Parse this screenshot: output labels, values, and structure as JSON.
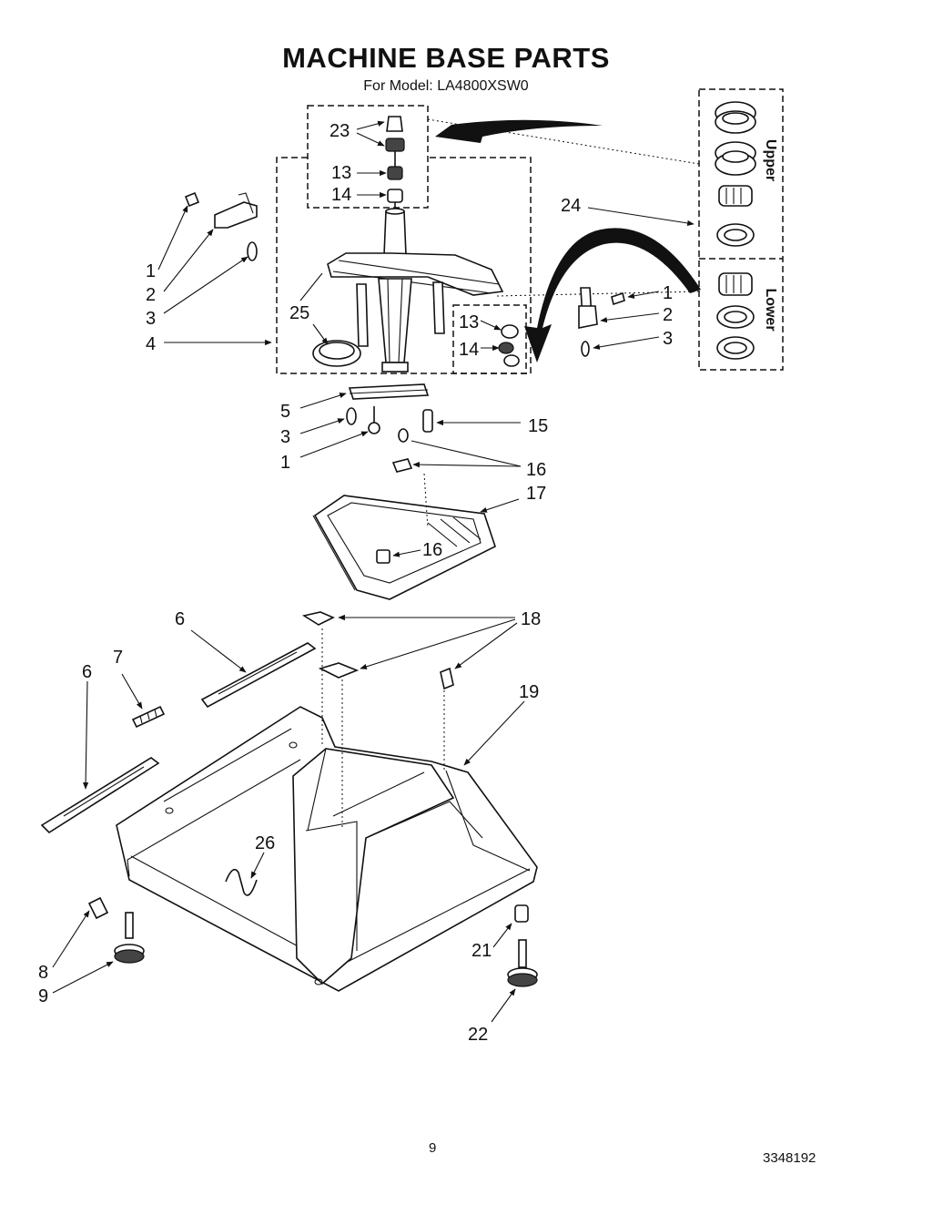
{
  "title": "MACHINE BASE PARTS",
  "subtitle": "For Model: LA4800XSW0",
  "page_number": "9",
  "part_number": "3348192",
  "bearing_groups": {
    "upper": "Upper",
    "lower": "Lower"
  },
  "callouts": {
    "c23": "23",
    "c13a": "13",
    "c14a": "14",
    "c24": "24",
    "c1a": "1",
    "c2a": "2",
    "c3a": "3",
    "c4": "4",
    "c25": "25",
    "c13b": "13",
    "c14b": "14",
    "c1b": "1",
    "c2b": "2",
    "c3b": "3",
    "c5": "5",
    "c3c": "3",
    "c1c": "1",
    "c15": "15",
    "c16a": "16",
    "c17": "17",
    "c16b": "16",
    "c18": "18",
    "c6a": "6",
    "c7": "7",
    "c6b": "6",
    "c19": "19",
    "c26": "26",
    "c8": "8",
    "c9": "9",
    "c21": "21",
    "c22": "22"
  }
}
